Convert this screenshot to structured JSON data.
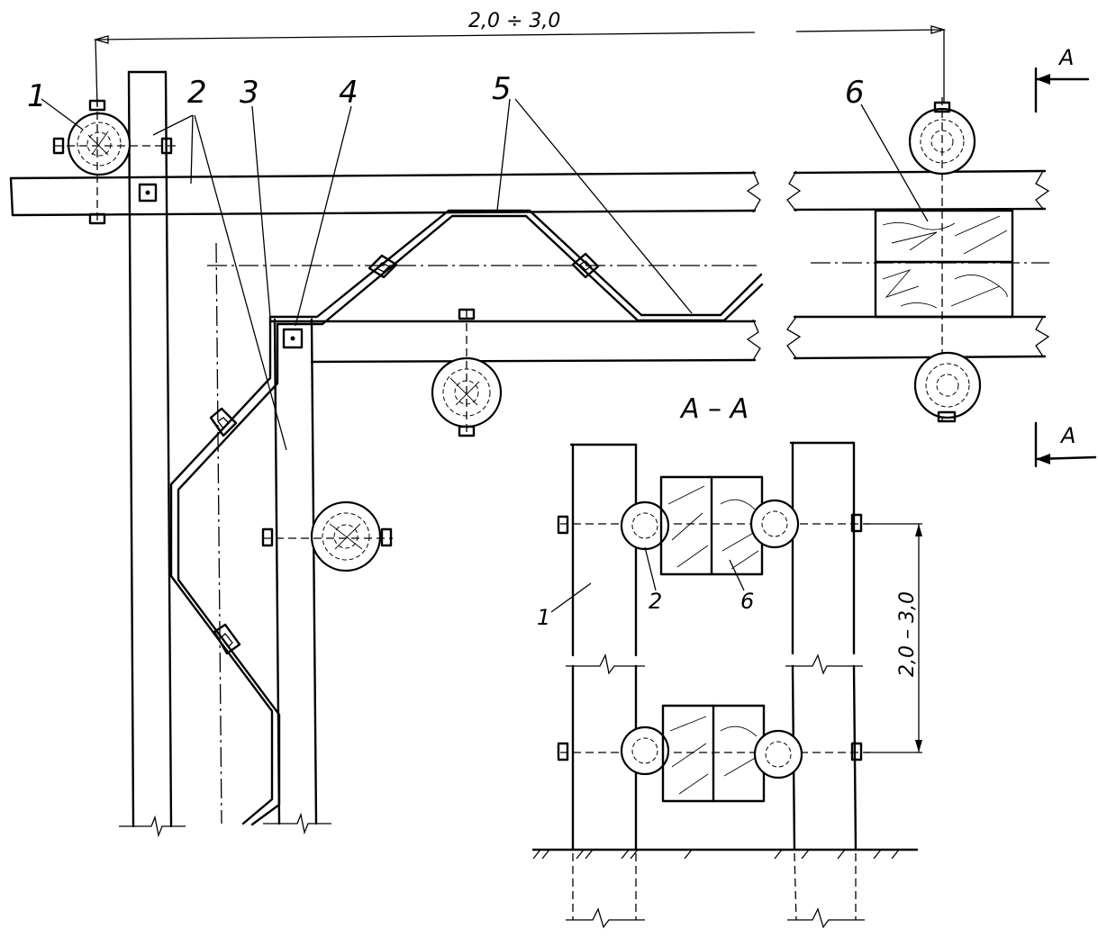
{
  "drawing": {
    "dimension_top": "2,0 ÷ 3,0",
    "dimension_side": "2,0 – 3,0",
    "section_title": "А – А",
    "section_mark_top": "А",
    "section_mark_bottom": "А",
    "callouts": {
      "c1": "1",
      "c2": "2",
      "c3": "3",
      "c4": "4",
      "c5": "5",
      "c6": "6"
    },
    "section_callouts": {
      "s1": "1",
      "s2": "2",
      "s6": "6"
    }
  }
}
